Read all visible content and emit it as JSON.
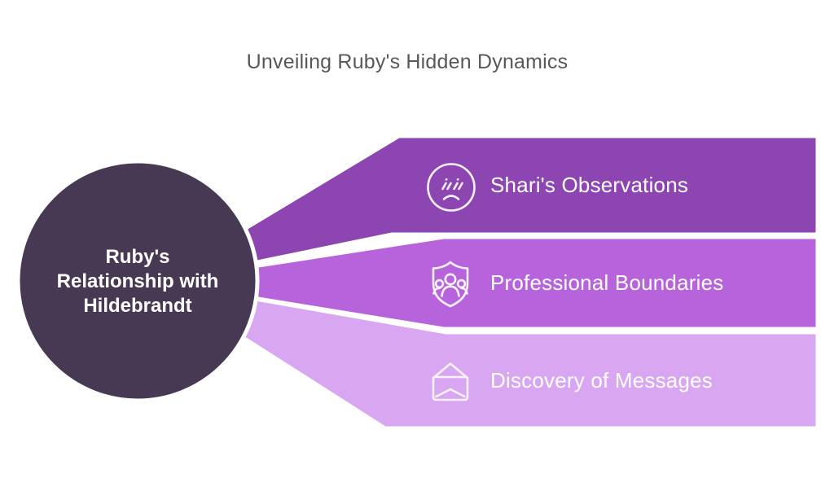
{
  "title": {
    "text": "Unveiling Ruby's Hidden Dynamics",
    "color": "#58585a"
  },
  "center_node": {
    "label": "Ruby's\nRelationship with\nHildebrandt",
    "fill": "#473853",
    "text_color": "#ffffff"
  },
  "branches": [
    {
      "label": "Shari's Observations",
      "icon": "worried-face-icon",
      "fill": "#8d45b1"
    },
    {
      "label": "Professional Boundaries",
      "icon": "team-shield-icon",
      "fill": "#b763dc"
    },
    {
      "label": "Discovery of Messages",
      "icon": "open-envelope-icon",
      "fill": "#d9a6f1"
    }
  ],
  "style": {
    "background": "#ffffff",
    "divider_stroke": "#ffffff",
    "icon_stroke": "#f9f2fe",
    "label_color": "#ffffff"
  }
}
